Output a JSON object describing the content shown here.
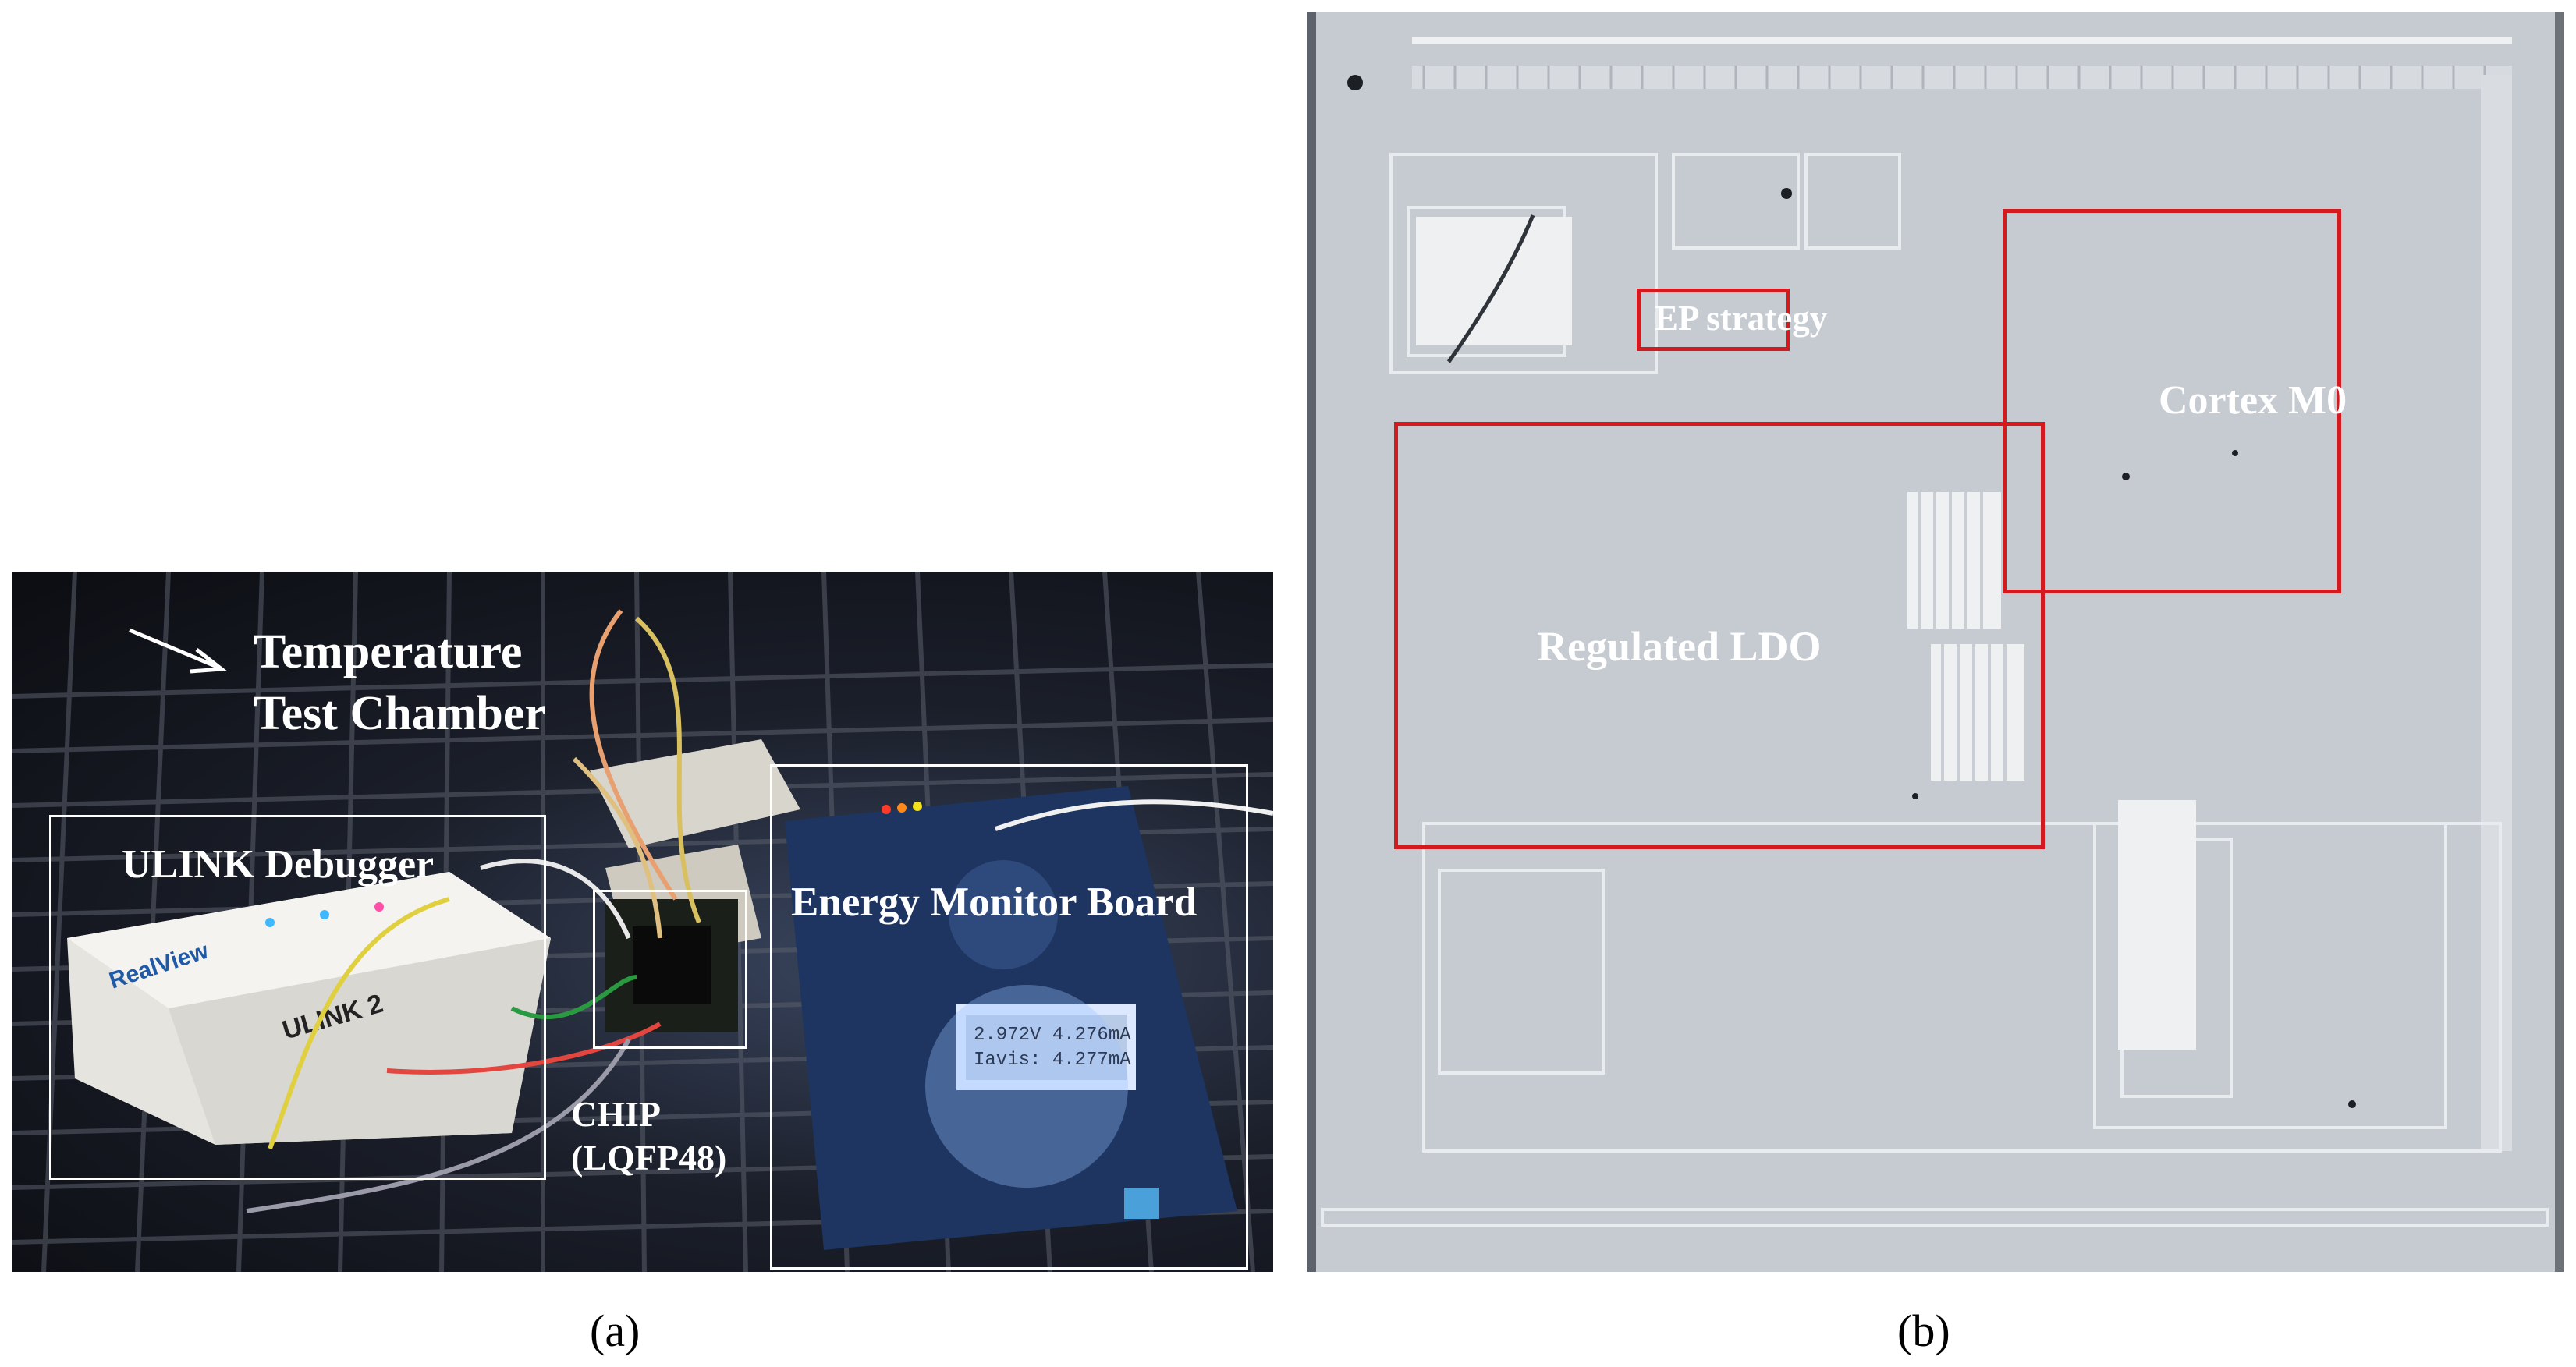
{
  "figure": {
    "panel_a": {
      "caption": "(a)",
      "labels": {
        "chamber": "Temperature\nTest Chamber",
        "debugger": "ULINK Debugger",
        "chip": "CHIP\n(LQFP48)",
        "board": "Energy Monitor Board"
      },
      "debugger_brand": "RealView",
      "debugger_model": "ULINK 2",
      "lcd_lines": [
        "2.972V 4.276mA",
        "Iavis: 4.277mA"
      ]
    },
    "panel_b": {
      "caption": "(b)",
      "labels": {
        "ep": "EP strategy",
        "cortex": "Cortex M0",
        "ldo": "Regulated LDO"
      }
    }
  },
  "colors": {
    "highlight_red": "#d21a1f",
    "box_white": "#ffffff",
    "die_gray": "#c7ccd3"
  }
}
